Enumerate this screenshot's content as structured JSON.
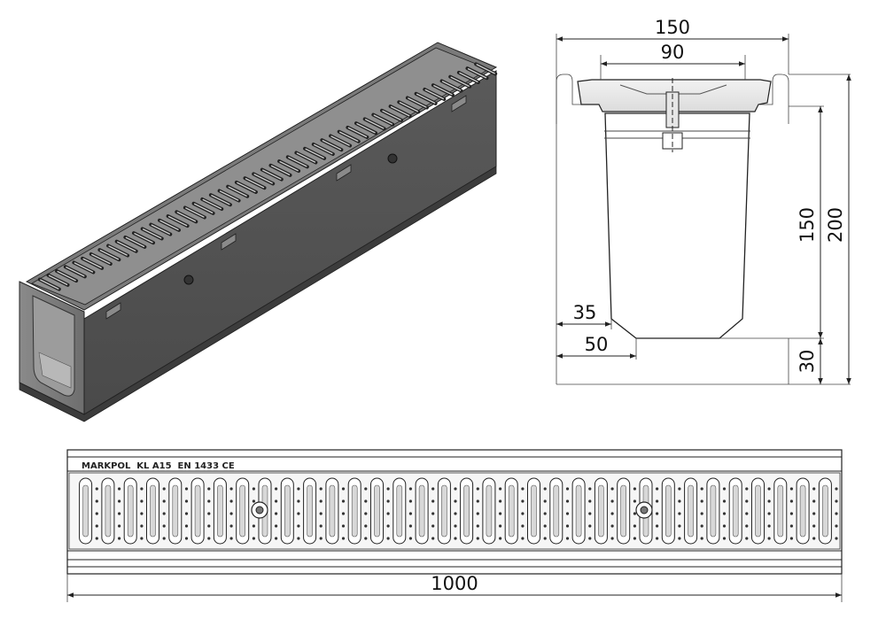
{
  "dimensions": {
    "width_total": "150",
    "width_inner": "90",
    "height_total": "200",
    "height_channel": "150",
    "height_base": "30",
    "offset_35": "35",
    "offset_50": "50",
    "length": "1000"
  },
  "grate_marking": "MARKPOL  KL A15  EN 1433 CE",
  "colors": {
    "line": "#222222",
    "channel_body": "#6b6b6b",
    "grate": "#9a9a9a"
  }
}
